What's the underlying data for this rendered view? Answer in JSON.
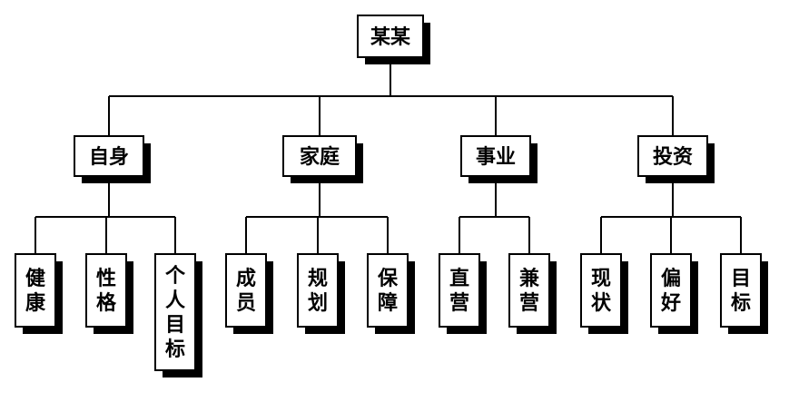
{
  "diagram": {
    "root": "某某",
    "categories": [
      {
        "label": "自身",
        "children": [
          "健康",
          "性格",
          "个人目标"
        ]
      },
      {
        "label": "家庭",
        "children": [
          "成员",
          "规划",
          "保障"
        ]
      },
      {
        "label": "事业",
        "children": [
          "直营",
          "兼营"
        ]
      },
      {
        "label": "投资",
        "children": [
          "现状",
          "偏好",
          "目标"
        ]
      }
    ]
  }
}
